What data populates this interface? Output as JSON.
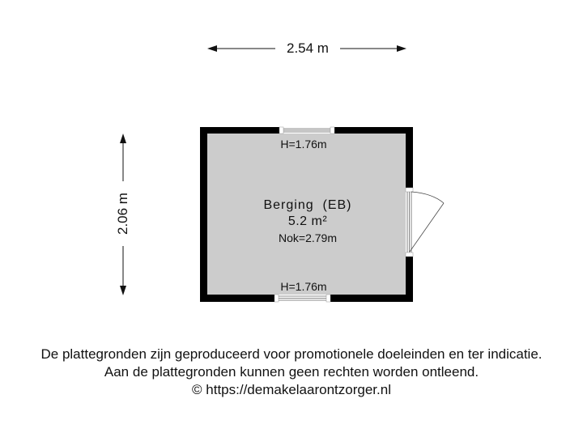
{
  "dimensions": {
    "width_label": "2.54 m",
    "height_label": "2.06 m"
  },
  "room": {
    "name": "Berging  (EB)",
    "area": "5.2 m²",
    "ridge_height": "Nok=2.79m",
    "fill_color": "#cccccc",
    "wall_color": "#000000"
  },
  "windows": [
    {
      "position": "top",
      "height_label": "H=1.76m"
    },
    {
      "position": "bottom",
      "height_label": "H=1.76m"
    }
  ],
  "door": {
    "position": "right",
    "type": "swing-outward"
  },
  "disclaimer": {
    "line1": "De plattegronden zijn geproduceerd voor promotionele doeleinden en ter indicatie.",
    "line2": "Aan de plattegronden kunnen geen rechten worden ontleend.",
    "line3": "© https://demakelaarontzorger.nl"
  }
}
